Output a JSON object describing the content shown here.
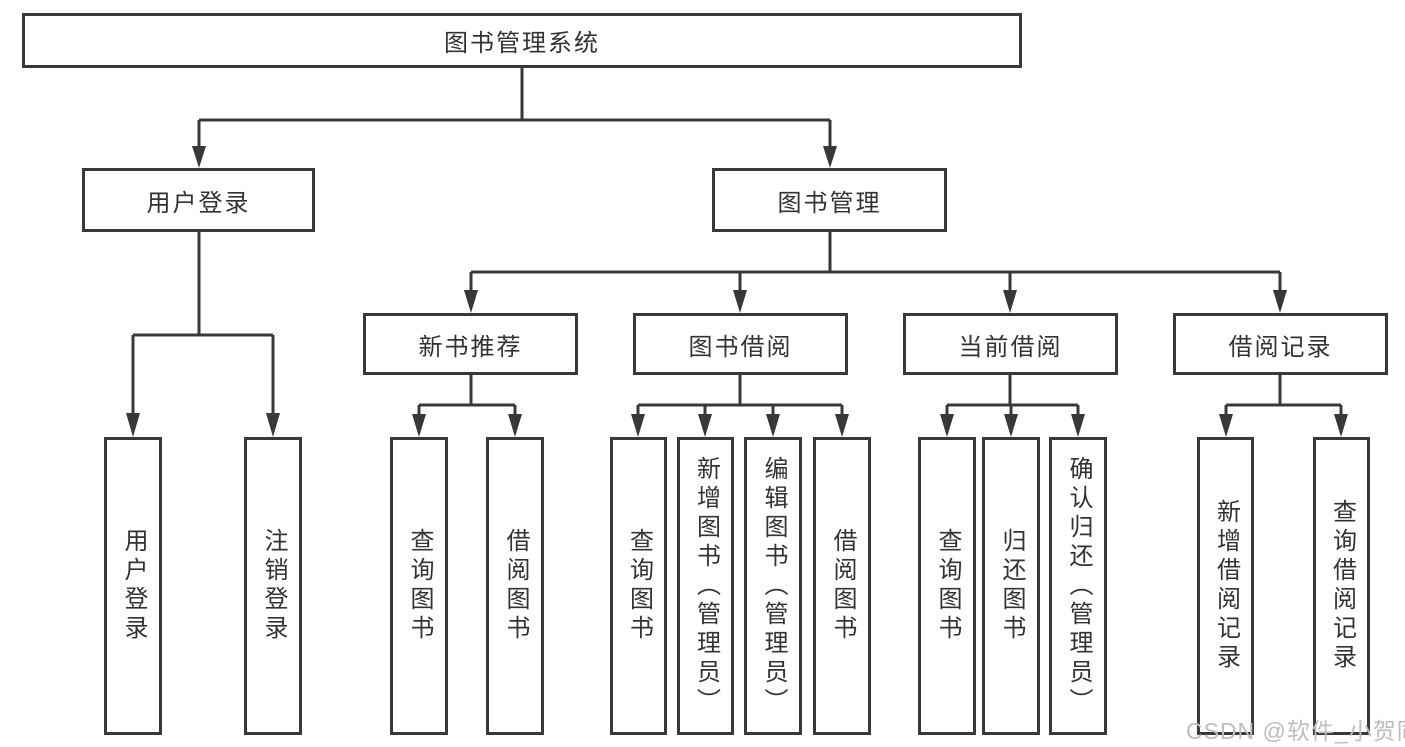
{
  "diagram": {
    "root": {
      "label": "图书管理系统"
    },
    "branches": [
      {
        "label": "用户登录",
        "children": [
          {
            "label": "用户登录"
          },
          {
            "label": "注销登录"
          }
        ]
      },
      {
        "label": "图书管理",
        "children": [
          {
            "label": "新书推荐",
            "children": [
              {
                "label": "查询图书"
              },
              {
                "label": "借阅图书"
              }
            ]
          },
          {
            "label": "图书借阅",
            "children": [
              {
                "label": "查询图书"
              },
              {
                "label": "新增图书（管理员）"
              },
              {
                "label": "编辑图书（管理员）"
              },
              {
                "label": "借阅图书"
              }
            ]
          },
          {
            "label": "当前借阅",
            "children": [
              {
                "label": "查询图书"
              },
              {
                "label": "归还图书"
              },
              {
                "label": "确认归还（管理员）"
              }
            ]
          },
          {
            "label": "借阅记录",
            "children": [
              {
                "label": "新增借阅记录"
              },
              {
                "label": "查询借阅记录"
              }
            ]
          }
        ]
      }
    ]
  },
  "colors": {
    "line": "#383838",
    "text": "#333333",
    "watermark": "#bdbdbd"
  },
  "watermark": {
    "text": "CSDN @软件_小贺同学"
  }
}
